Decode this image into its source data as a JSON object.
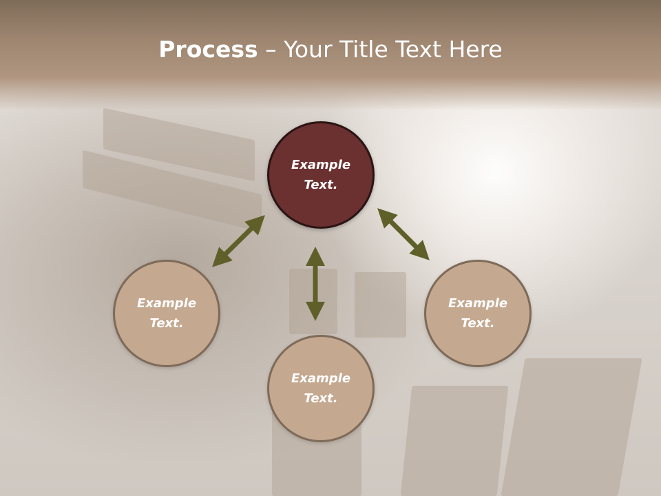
{
  "title": {
    "bold": "Process",
    "rest": " – Your Title Text Here"
  },
  "nodes": {
    "center": {
      "line1": "Example",
      "line2": "Text."
    },
    "left": {
      "line1": "Example",
      "line2": "Text."
    },
    "bottom": {
      "line1": "Example",
      "line2": "Text."
    },
    "right": {
      "line1": "Example",
      "line2": "Text."
    }
  },
  "colors": {
    "center_fill": "#6b3030",
    "outer_fill": "#c4a88f",
    "arrow": "#5f5f2a",
    "header": "#9d8570"
  }
}
